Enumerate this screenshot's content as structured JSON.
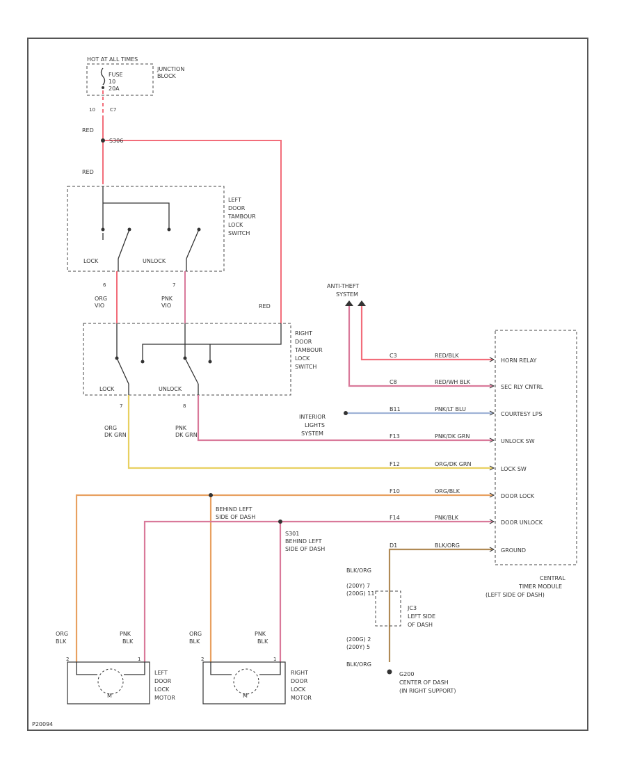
{
  "fuse_block": {
    "title": "HOT AT ALL TIMES",
    "fuse": "FUSE",
    "number": "10",
    "amps": "20A",
    "side1": "JUNCTION",
    "side2": "BLOCK",
    "pin": "10",
    "conn": "C7"
  },
  "wires": {
    "red": "RED",
    "red_splice": "S306",
    "red2": "RED",
    "red_right": "RED",
    "org1": "ORG",
    "org1_vio": "VIO",
    "pin_org1": "6",
    "pnk1": "PNK",
    "pnk1_vio": "VIO",
    "pin_pnk1": "7",
    "org2": "ORG",
    "org2_b": "DK GRN",
    "pin_org2": "7",
    "pnk2": "PNK",
    "pnk2_b": "DK GRN",
    "pin_pnk2": "8",
    "org_blk_l": "ORG",
    "blk_l": "BLK",
    "pnk_blk_l": "PNK",
    "blk_l2": "BLK",
    "org_blk_r": "ORG",
    "blk_r": "BLK",
    "pnk_blk_r": "PNK",
    "blk_r2": "BLK",
    "blk_ground_top": "BLK/ORG",
    "blk_ground_bot": "BLK/ORG"
  },
  "left_switch": {
    "l1": "LEFT",
    "l2": "DOOR",
    "l3": "TAMBOUR",
    "l4": "LOCK",
    "l5": "SWITCH",
    "lock": "LOCK",
    "unlock": "UNLOCK"
  },
  "right_switch": {
    "l1": "RIGHT",
    "l2": "DOOR",
    "l3": "TAMBOUR",
    "l4": "LOCK",
    "l5": "SWITCH",
    "lock": "LOCK",
    "unlock": "UNLOCK"
  },
  "anti_theft": {
    "l1": "ANTI-THEFT",
    "l2": "SYSTEM"
  },
  "interior": {
    "l1": "INTERIOR",
    "l2": "LIGHTS",
    "l3": "SYSTEM"
  },
  "module_rows": [
    {
      "pin": "C3",
      "wire": "RED/BLK",
      "label": "HORN RELAY"
    },
    {
      "pin": "C8",
      "wire": "RED/WH BLK",
      "label": "SEC RLY CNTRL"
    },
    {
      "pin": "B11",
      "wire": "PNK/LT BLU",
      "label": "COURTESY LPS"
    },
    {
      "pin": "F13",
      "wire": "PNK/DK GRN",
      "label": "UNLOCK SW"
    },
    {
      "pin": "F12",
      "wire": "ORG/DK GRN",
      "label": "LOCK SW"
    },
    {
      "pin": "F10",
      "wire": "ORG/BLK",
      "label": "DOOR LOCK"
    },
    {
      "pin": "F14",
      "wire": "PNK/BLK",
      "label": "DOOR UNLOCK"
    },
    {
      "pin": "D1",
      "wire": "BLK/ORG",
      "label": "GROUND"
    }
  ],
  "module": {
    "l1": "CENTRAL",
    "l2": "TIMER MODULE",
    "l3": "(LEFT SIDE OF DASH)"
  },
  "splices": {
    "s1a": "BEHIND LEFT",
    "s1b": "SIDE OF DASH",
    "s2": "S301",
    "s2a": "BEHIND LEFT",
    "s2b": "SIDE OF DASH"
  },
  "connector": {
    "top1": "(200Y) 7",
    "top2": "(200G) 11",
    "bot1": "(200G) 2",
    "bot2": "(200Y) 5",
    "l1": "JC3",
    "l2": "LEFT SIDE",
    "l3": "OF DASH"
  },
  "ground": {
    "l1": "G200",
    "l2": "CENTER OF DASH",
    "l3": "(IN RIGHT SUPPORT)"
  },
  "left_motor": {
    "l1": "LEFT",
    "l2": "DOOR",
    "l3": "LOCK",
    "l4": "MOTOR",
    "m": "M",
    "p1": "2",
    "p2": "1"
  },
  "right_motor": {
    "l1": "RIGHT",
    "l2": "DOOR",
    "l3": "LOCK",
    "l4": "MOTOR",
    "m": "M",
    "p1": "2",
    "p2": "1"
  },
  "footer": "P20094",
  "colors": {
    "red": "#f26d7a",
    "pink": "#d9799a",
    "orange": "#e8a060",
    "yellow": "#e8d060",
    "lblue": "#9fb2d6",
    "brown": "#b08a55",
    "frame": "#555555"
  }
}
